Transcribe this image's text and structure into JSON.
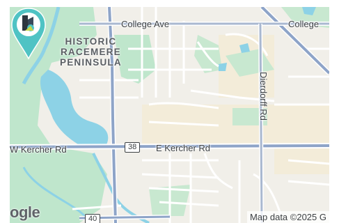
{
  "map": {
    "district_label_lines": [
      "HISTORIC",
      "RACEMERE",
      "PENINSULA"
    ],
    "streets": {
      "college_ave_left": "College Ave",
      "college_ave_right": "College",
      "dierdorff_rd": "Dierdorff Rd",
      "w_kercher_rd": "W Kercher Rd",
      "e_kercher_rd": "E Kercher Rd"
    },
    "route_shields": {
      "route_38": "38",
      "route_40": "40"
    },
    "attribution": "Map data ©2025 G",
    "logo_text": "ogle",
    "marker_icon": "map-pin-icon",
    "colors": {
      "water": "#8dd2e6",
      "park": "#bfe6cc",
      "major_road": "#8ea4c8",
      "pin": "#4fc3c4"
    }
  }
}
